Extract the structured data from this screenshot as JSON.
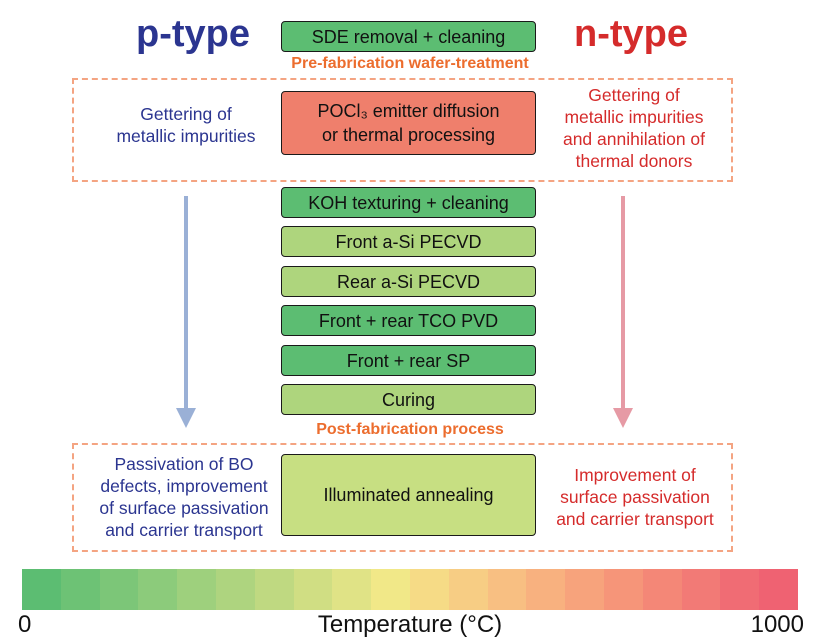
{
  "headings": {
    "left": "p-type",
    "right": "n-type"
  },
  "colors": {
    "p_type": "#2b3590",
    "n_type": "#d52b2b",
    "stage_label": "#ec6d2e",
    "dash_border": "#f4a482",
    "arrow_left": "#9ab0d6",
    "arrow_right": "#e69aa5"
  },
  "steps": {
    "sde": {
      "label": "SDE removal + cleaning",
      "color": "#5cbd72"
    },
    "pocl": {
      "line1": "POCl₃ emitter diffusion",
      "line2": "or thermal processing",
      "color": "#ef7f6c"
    },
    "koh": {
      "label": "KOH texturing + cleaning",
      "color": "#5cbd72"
    },
    "front_asi": {
      "label": "Front a-Si PECVD",
      "color": "#aed57d"
    },
    "rear_asi": {
      "label": "Rear a-Si PECVD",
      "color": "#aed57d"
    },
    "tco": {
      "label": "Front + rear TCO PVD",
      "color": "#5cbd72"
    },
    "sp": {
      "label": "Front + rear SP",
      "color": "#5cbd72"
    },
    "curing": {
      "label": "Curing",
      "color": "#aed57d"
    },
    "annealing": {
      "label": "Illuminated annealing",
      "color": "#c7df82"
    }
  },
  "stage_labels": {
    "pre": "Pre-fabrication wafer-treatment",
    "post": "Post-fabrication process"
  },
  "notes": {
    "pre_left": [
      "Gettering of",
      "metallic impurities"
    ],
    "pre_right": [
      "Gettering of",
      "metallic impurities",
      "and annihilation of",
      "thermal donors"
    ],
    "post_left": [
      "Passivation of BO",
      "defects, improvement",
      "of surface passivation",
      "and carrier transport"
    ],
    "post_right": [
      "Improvement of",
      "surface passivation",
      "and carrier transport"
    ]
  },
  "colorbar": {
    "min_label": "0",
    "max_label": "1000",
    "title": "Temperature (°C)",
    "gradient": [
      "#5cbd72",
      "#6dc275",
      "#7cc678",
      "#8ccb7b",
      "#9ed07d",
      "#aed47f",
      "#bfd981",
      "#d0de83",
      "#e0e386",
      "#f1e888",
      "#f6db86",
      "#f7cd84",
      "#f8bf82",
      "#f8b17f",
      "#f7a37c",
      "#f69579",
      "#f48777",
      "#f27a76",
      "#f06c74",
      "#ef6272"
    ]
  }
}
